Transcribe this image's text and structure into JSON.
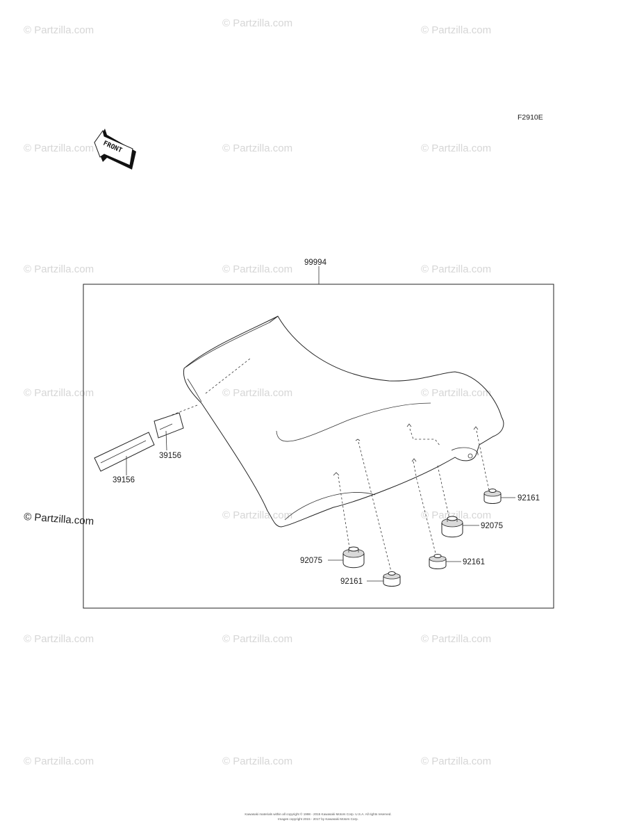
{
  "diagram": {
    "figure_code": "F2910E",
    "front_label": "FRONT",
    "assembly_label": "99994",
    "parts": [
      {
        "id": "p1",
        "number": "39156"
      },
      {
        "id": "p2",
        "number": "39156"
      },
      {
        "id": "p3",
        "number": "92161"
      },
      {
        "id": "p4",
        "number": "92075"
      },
      {
        "id": "p5",
        "number": "92075"
      },
      {
        "id": "p6",
        "number": "92161"
      },
      {
        "id": "p7",
        "number": "92161"
      }
    ]
  },
  "watermark": {
    "text": "© Partzilla.com"
  },
  "footer": {
    "line1": "Kawasaki materials within all copyright © 1998 - 2015 Kawasaki Motors Corp. U.S.A. All rights reserved.",
    "line2": "Images copyright 2015 - 2017 by Kawasaki Motors Corp."
  },
  "colors": {
    "line": "#222222",
    "watermark": "#d6d6d6",
    "background": "#ffffff"
  }
}
